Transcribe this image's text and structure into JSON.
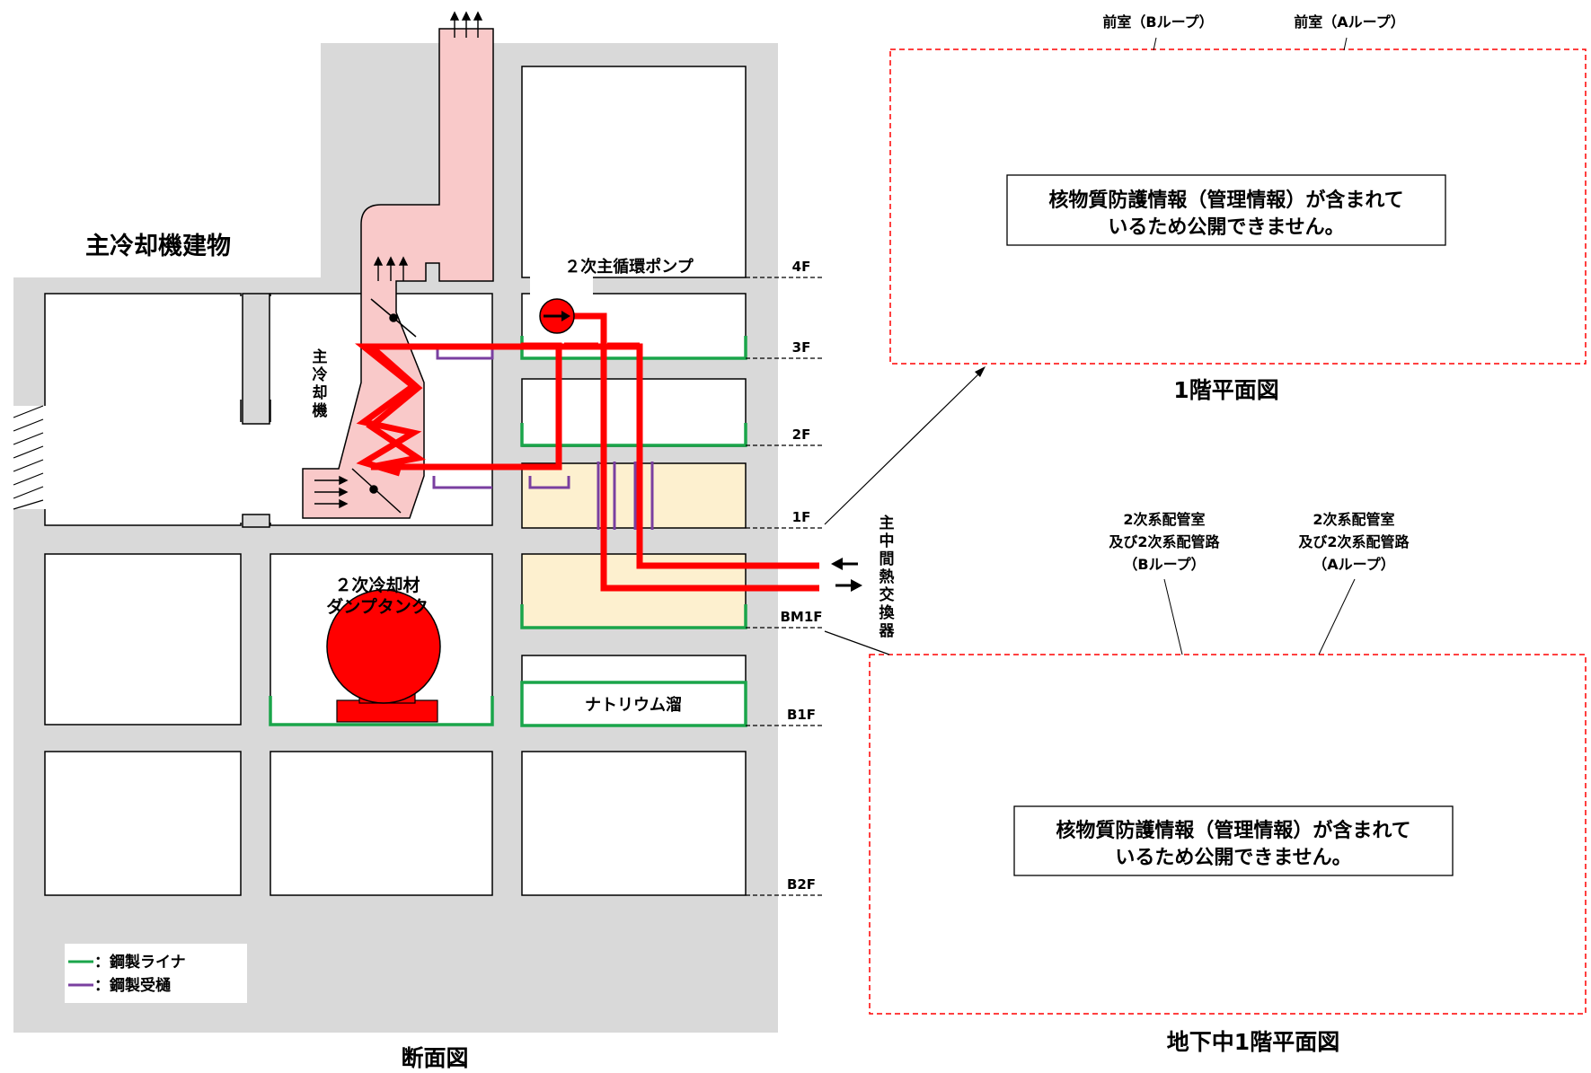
{
  "section": {
    "building_title": "主冷却機建物",
    "caption": "断面図",
    "cooler_label": "主冷却機",
    "pump_label": "２次主循環ポンプ",
    "tank_label_1": "２次冷却材",
    "tank_label_2": "ダンプタンク",
    "sodium_pool": "ナトリウム溜",
    "ihx_label": "主中間熱交換器",
    "floors": [
      "4F",
      "3F",
      "2F",
      "1F",
      "BM1F",
      "B1F",
      "B2F"
    ]
  },
  "legend": {
    "items": [
      {
        "label": "：鋼製ライナ",
        "color": "#1aa54a"
      },
      {
        "label": "：鋼製受樋",
        "color": "#7a3fa0"
      }
    ]
  },
  "plan_1f": {
    "front_room_b": "前室（Bループ）",
    "front_room_a": "前室（Aループ）",
    "notice_line1": "核物質防護情報（管理情報）が含まれて",
    "notice_line2": "いるため公開できません。",
    "caption": "1階平面図"
  },
  "plan_bm1f": {
    "room_b_line1": "2次系配管室",
    "room_b_line2": "及び2次系配管路",
    "room_b_line3": "（Bループ）",
    "room_a_line1": "2次系配管室",
    "room_a_line2": "及び2次系配管路",
    "room_a_line3": "（Aループ）",
    "notice_line1": "核物質防護情報（管理情報）が含まれて",
    "notice_line2": "いるため公開できません。",
    "caption": "地下中1階平面図"
  },
  "colors": {
    "building": "#d9d9d9",
    "cooler": "#f9c9c9",
    "pipe": "#ff0000",
    "liner": "#1aa54a",
    "gutter": "#7a3fa0",
    "room_highlight": "#fdf0cf",
    "dash_red": "#ff0000"
  }
}
